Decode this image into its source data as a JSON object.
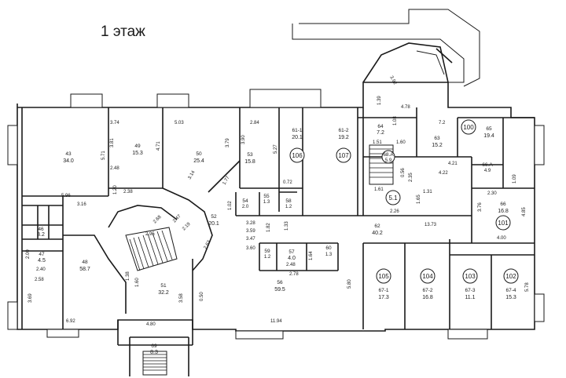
{
  "title": "1 этаж",
  "rooms": [
    {
      "id": "43",
      "area": "34.0"
    },
    {
      "id": "49",
      "area": "15.3"
    },
    {
      "id": "50",
      "area": "25.4"
    },
    {
      "id": "53",
      "area": "15.8"
    },
    {
      "id": "61-1",
      "area": "20.1"
    },
    {
      "id": "61-2",
      "area": "19.2"
    },
    {
      "id": "64",
      "area": "7.2"
    },
    {
      "id": "63",
      "area": "15.2"
    },
    {
      "id": "65",
      "area": "19.4"
    },
    {
      "id": "66",
      "area": "16.8"
    },
    {
      "id": "68.A",
      "area": "5.9"
    },
    {
      "id": "66.A",
      "area": "4.9"
    },
    {
      "id": "48",
      "area": "58.7"
    },
    {
      "id": "51",
      "area": "32.2"
    },
    {
      "id": "52",
      "area": "20.1"
    },
    {
      "id": "56",
      "area": "59.5"
    },
    {
      "id": "57",
      "area": "4.0"
    },
    {
      "id": "62",
      "area": "40.2"
    },
    {
      "id": "67-1",
      "area": "17.3"
    },
    {
      "id": "67-2",
      "area": "16.8"
    },
    {
      "id": "67-3",
      "area": "11.1"
    },
    {
      "id": "67-4",
      "area": "15.3"
    },
    {
      "id": "69",
      "area": "8.3"
    },
    {
      "id": "47",
      "area": "4.5"
    },
    {
      "id": "46",
      "area": "3.2"
    },
    {
      "id": "55",
      "area": "1.3"
    },
    {
      "id": "54",
      "area": "2.0"
    },
    {
      "id": "58",
      "area": "1.2"
    },
    {
      "id": "59",
      "area": "1.2"
    },
    {
      "id": "60",
      "area": "1.3"
    }
  ],
  "circled": [
    "106",
    "107",
    "100",
    "101",
    "105",
    "104",
    "103",
    "102",
    "5.1"
  ],
  "dimensions": [
    "3.74",
    "5.03",
    "2.84",
    "3.81",
    "4.71",
    "3.79",
    "3.90",
    "5.27",
    "5.71",
    "2.48",
    "2.38",
    "5.96",
    "3.16",
    "1.20",
    "3.14",
    "0.72",
    "1.77",
    "2.95",
    "2.68",
    "2.47",
    "2.19",
    "1.02",
    "2.63",
    "3.28",
    "3.59",
    "1.82",
    "3.47",
    "3.60",
    "1.33",
    "2.48",
    "2.78",
    "1.64",
    "5.80",
    "11.94",
    "6.92",
    "4.80",
    "3.69",
    "2.58",
    "2.40",
    "2.00",
    "1.38",
    "3.58",
    "4.78",
    "7.2",
    "1.51",
    "1.60",
    "1.61",
    "2.26",
    "13.73",
    "2.30",
    "4.00",
    "3.76",
    "4.85",
    "1.09",
    "4.21",
    "4.22",
    "3.92",
    "5.78",
    "1.39",
    "1.08",
    "0.56",
    "2.35",
    "1.31",
    "1.65",
    "0.50",
    "1.60"
  ]
}
